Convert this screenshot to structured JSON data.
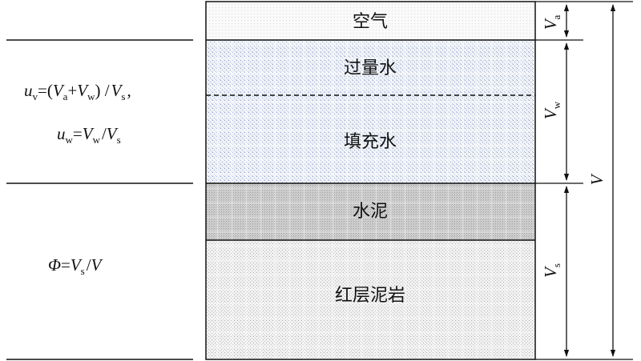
{
  "layers": [
    {
      "id": "air",
      "label": "空气"
    },
    {
      "id": "excess-water",
      "label": "过量水"
    },
    {
      "id": "filling-water",
      "label": "填充水"
    },
    {
      "id": "cement",
      "label": "水泥"
    },
    {
      "id": "red-mudstone",
      "label": "红层泥岩"
    }
  ],
  "formulas": {
    "uv": {
      "var": "u",
      "sub": "v",
      "expr_open": "=(",
      "va": "V",
      "va_sub": "a",
      "plus": "+",
      "vw": "V",
      "vw_sub": "w",
      "close_div": ") /",
      "vs": "V",
      "vs_sub": "s",
      "comma": ","
    },
    "uw": {
      "var": "u",
      "sub": "w",
      "eq": "=",
      "vw": "V",
      "vw_sub": "w",
      "div": "/",
      "vs": "V",
      "vs_sub": "s"
    },
    "phi": {
      "var": "Φ",
      "eq": "=",
      "vs": "V",
      "vs_sub": "s",
      "div": "/",
      "v": "V"
    }
  },
  "dimensions": {
    "va": {
      "main": "V",
      "sub": "a"
    },
    "vw": {
      "main": "V",
      "sub": "w"
    },
    "vs": {
      "main": "V",
      "sub": "s"
    },
    "v": {
      "main": "V"
    }
  }
}
